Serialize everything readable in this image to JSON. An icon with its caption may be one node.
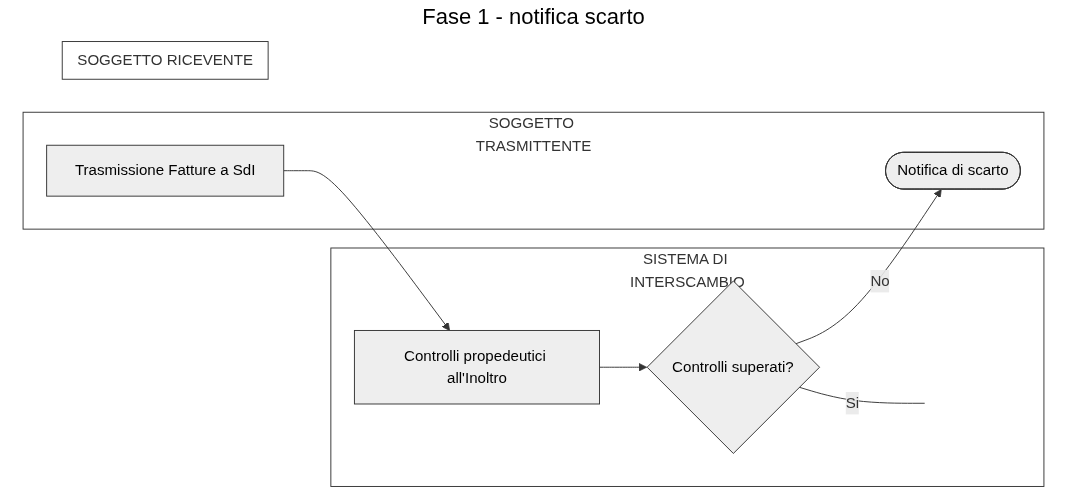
{
  "diagram": {
    "title": "Fase 1 - notifica scarto",
    "nodes": [
      {
        "text": [
          "SOGGETTO TRASMITTENTE"
        ]
      },
      {
        "text": [
          "SISTEMA DI INTERSCAMBIO"
        ]
      },
      {
        "text": [
          "SOGGETTO RICEVENTE"
        ]
      },
      {
        "text": [
          "Trasmissione Fatture a SdI"
        ],
        "in": 0
      },
      {
        "text": [
          "Controlli propedeutici all'Inoltro"
        ],
        "in": 1
      },
      {
        "text": [
          "Notifica di scarto"
        ],
        "in": 0
      },
      {
        "text": [
          "Controlli superati?"
        ],
        "in": 1
      }
    ],
    "edges": [
      {
        "from": 3,
        "to": 4,
        "arrow": "to"
      },
      {
        "from": 4,
        "to": 6,
        "arrow": "to"
      },
      {
        "from": 6,
        "to": 5,
        "arrow": "to",
        "label": "No"
      },
      {
        "from": 6,
        "to": null,
        "arrow": "none",
        "label": "Si"
      }
    ]
  }
}
